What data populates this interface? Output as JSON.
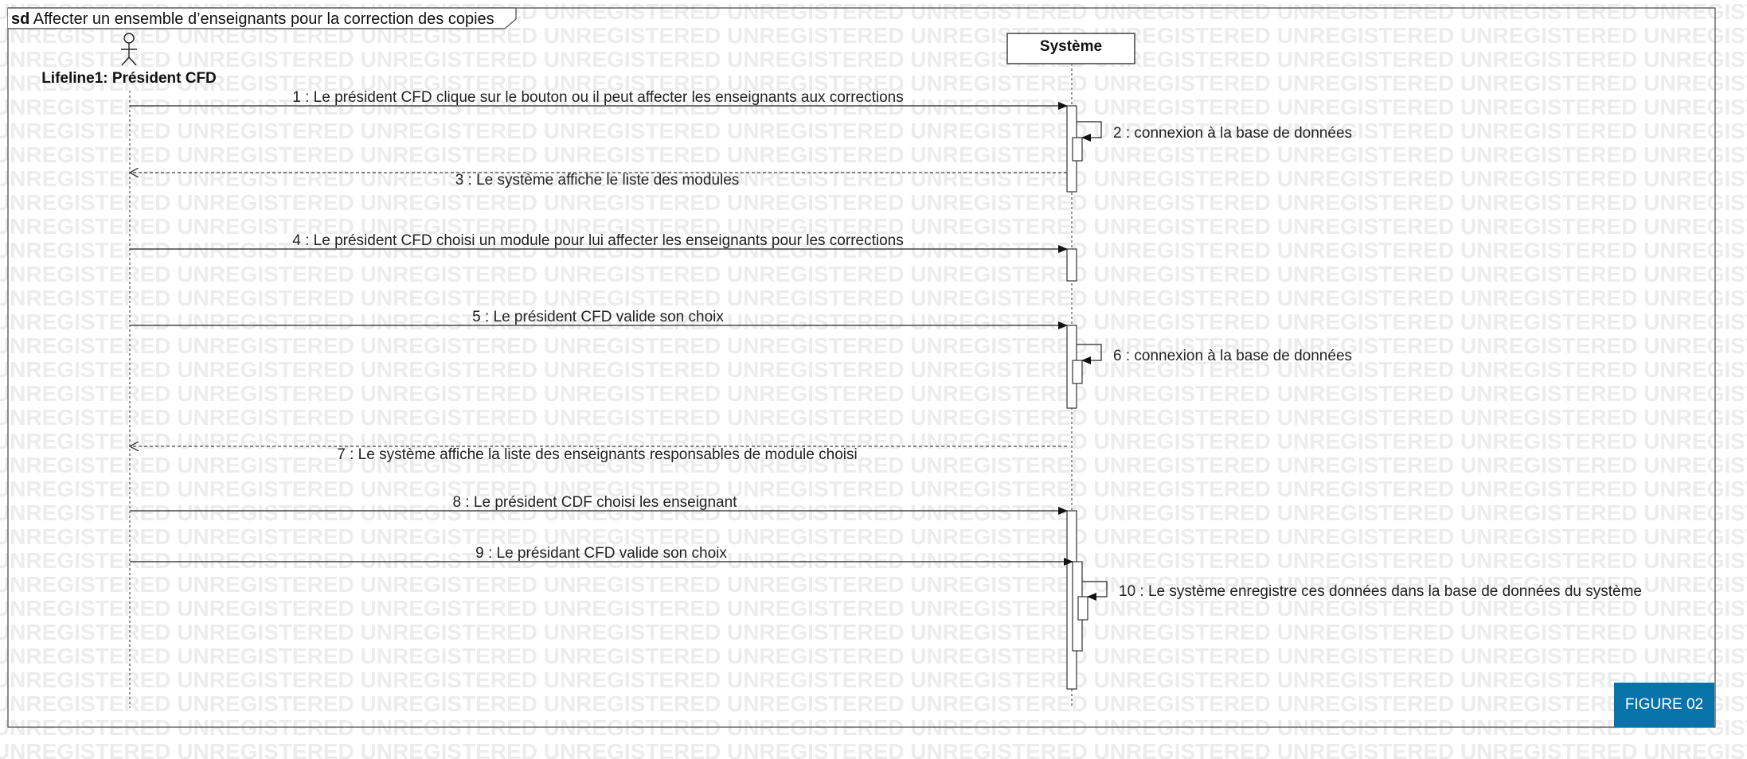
{
  "diagram": {
    "frame_keyword": "sd",
    "frame_title": "Affecter un ensemble d’enseignants pour la correction des copies",
    "actor_label": "Lifeline1: Président CFD",
    "system_label": "Système",
    "watermark_text": "UNREGISTERED",
    "messages": [
      {
        "label": "1 : Le président CFD clique sur le bouton ou il peut affecter les enseignants aux corrections",
        "kind": "sync"
      },
      {
        "label": "2 : connexion à la base de données",
        "kind": "self"
      },
      {
        "label": "3 : Le système affiche le liste des modules",
        "kind": "return"
      },
      {
        "label": "4 : Le président CFD choisi un module pour lui affecter les enseignants pour les corrections",
        "kind": "sync"
      },
      {
        "label": "5 : Le président CFD valide son choix",
        "kind": "sync"
      },
      {
        "label": "6 : connexion à la base de données",
        "kind": "self"
      },
      {
        "label": "7 : Le système affiche la liste des enseignants responsables de module choisi",
        "kind": "return"
      },
      {
        "label": "8 : Le président CDF choisi les enseignant",
        "kind": "sync"
      },
      {
        "label": "9 : Le présidant CFD valide son choix",
        "kind": "sync"
      },
      {
        "label": "10 : Le système enregistre ces données dans la base de données du système",
        "kind": "self"
      }
    ],
    "badge": "FIGURE 02",
    "colors": {
      "badge_bg": "#0873a8",
      "line": "#333333",
      "watermark": "#ececec"
    }
  }
}
